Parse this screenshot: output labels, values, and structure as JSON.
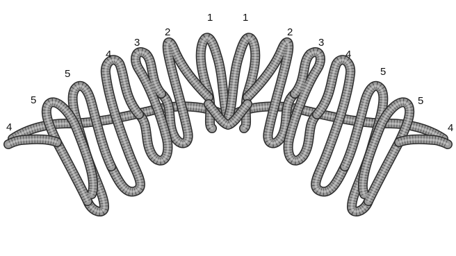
{
  "figure": {
    "colors": {
      "ribbon": "#9c9c9c",
      "ribbon_edge": "#2b2b2b",
      "background": "#ffffff"
    },
    "labels": {
      "left_1": "1",
      "right_1": "1",
      "left_2": "2",
      "right_2": "2",
      "left_3": "3",
      "right_3": "3",
      "left_4_upper": "4",
      "right_4_upper": "4",
      "left_5_upper": "5",
      "right_5_upper": "5",
      "left_5_lower": "5",
      "right_5_lower": "5",
      "left_4_lower": "4",
      "right_4_lower": "4"
    }
  }
}
